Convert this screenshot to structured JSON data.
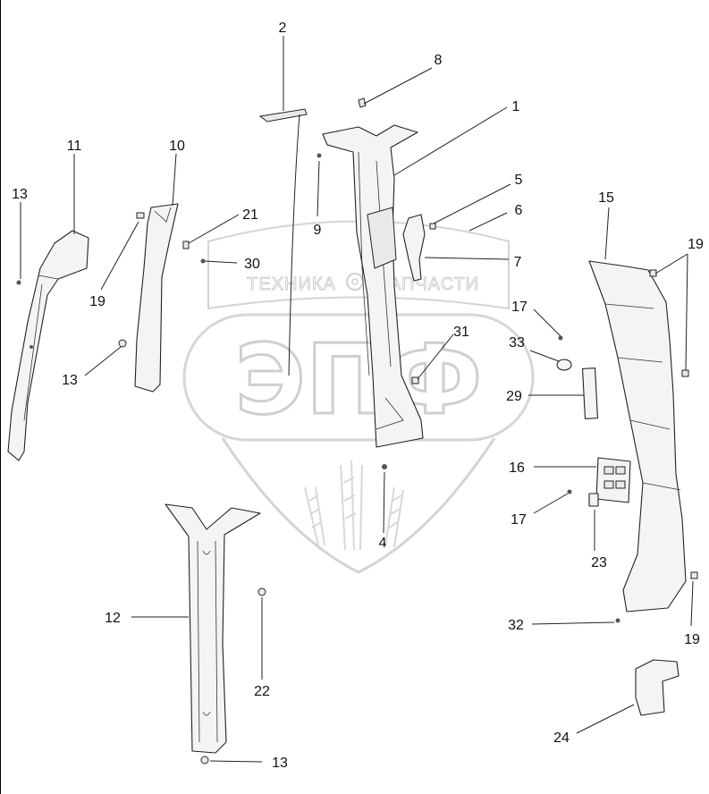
{
  "watermark": {
    "left_word": "ТЕХНИКА",
    "right_word": "ЗАПЧАСТИ",
    "big": "ЭПФ"
  },
  "callouts": [
    {
      "id": "c2",
      "text": "2"
    },
    {
      "id": "c8",
      "text": "8"
    },
    {
      "id": "c1",
      "text": "1"
    },
    {
      "id": "c11",
      "text": "11"
    },
    {
      "id": "c10",
      "text": "10"
    },
    {
      "id": "c13a",
      "text": "13"
    },
    {
      "id": "c21",
      "text": "21"
    },
    {
      "id": "c9",
      "text": "9"
    },
    {
      "id": "c5",
      "text": "5"
    },
    {
      "id": "c6",
      "text": "6"
    },
    {
      "id": "c15",
      "text": "15"
    },
    {
      "id": "c19a",
      "text": "19"
    },
    {
      "id": "c30",
      "text": "30"
    },
    {
      "id": "c7",
      "text": "7"
    },
    {
      "id": "c19b",
      "text": "19"
    },
    {
      "id": "c17a",
      "text": "17"
    },
    {
      "id": "c31",
      "text": "31"
    },
    {
      "id": "c33",
      "text": "33"
    },
    {
      "id": "c13b",
      "text": "13"
    },
    {
      "id": "c29",
      "text": "29"
    },
    {
      "id": "c16",
      "text": "16"
    },
    {
      "id": "c17b",
      "text": "17"
    },
    {
      "id": "c4",
      "text": "4"
    },
    {
      "id": "c23",
      "text": "23"
    },
    {
      "id": "c12",
      "text": "12"
    },
    {
      "id": "c32",
      "text": "32"
    },
    {
      "id": "c19c",
      "text": "19"
    },
    {
      "id": "c22",
      "text": "22"
    },
    {
      "id": "c24",
      "text": "24"
    },
    {
      "id": "c13c",
      "text": "13"
    }
  ]
}
